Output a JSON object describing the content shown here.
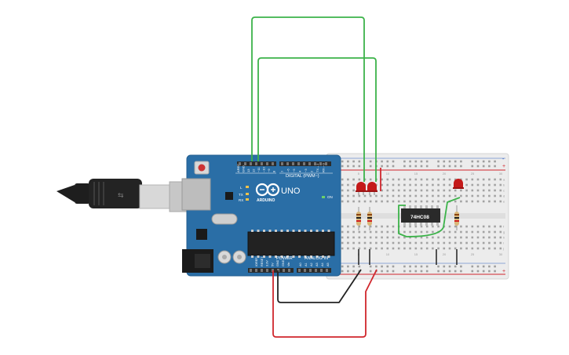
{
  "arduino": {
    "uno_label": "UNO",
    "brand_label": "ARDUINO",
    "digital_label": "DIGITAL (PWM~)",
    "power_label": "POWER",
    "analog_label": "ANALOG IN",
    "tx_label": "TX",
    "rx_label": "RX",
    "l_label": "L",
    "on_label": "ON",
    "aref_label": "AREF",
    "gnd_label": "GND",
    "ioref_label": "IOREF",
    "reset_label": "RESET",
    "v33_label": "3.3V",
    "v5_label": "5V",
    "vin_label": "Vin",
    "digital_pins": [
      "13",
      "12",
      "~11",
      "~10",
      "~9",
      "8",
      "7",
      "~6",
      "~5",
      "4",
      "~3",
      "2",
      "TX→1",
      "RX←0"
    ],
    "analog_pins": [
      "A0",
      "A1",
      "A2",
      "A3",
      "A4",
      "A5"
    ]
  },
  "chip": {
    "label": "74HC08"
  },
  "breadboard": {
    "plus": "+",
    "minus": "-",
    "col_numbers": [
      "1",
      "5",
      "10",
      "15",
      "20",
      "25",
      "30"
    ],
    "row_letters": [
      "a",
      "b",
      "c",
      "d",
      "e",
      "f",
      "g",
      "h",
      "i",
      "j"
    ]
  },
  "colors": {
    "arduino_blue": "#2a6ea6",
    "wire_green": "#3cb34a",
    "wire_red": "#d0262c",
    "wire_black": "#222222",
    "led_red": "#c41a1a",
    "breadboard": "#ebebeb"
  }
}
